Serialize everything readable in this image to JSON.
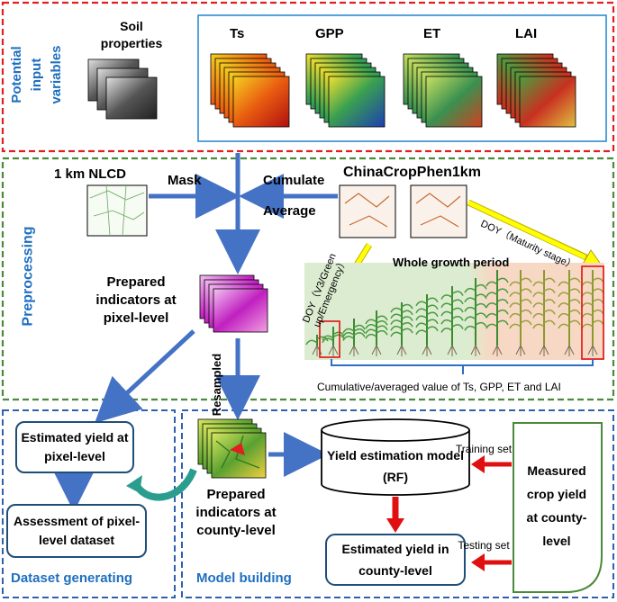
{
  "colors": {
    "red_dashed": "#e02020",
    "green_dashed": "#4a8a3a",
    "blue_dashed": "#2f5fb0",
    "section_label": "#1f6fc0",
    "arrow_blue": "#4472c4",
    "arrow_red": "#e01010",
    "arrow_yellow": "#ffff00",
    "bracket_blue": "#2e6ec4"
  },
  "input_section": {
    "label": "Potential input variables",
    "soil_label": "Soil properties",
    "variables": [
      "Ts",
      "GPP",
      "ET",
      "LAI"
    ]
  },
  "preprocessing": {
    "label": "Preprocessing",
    "nlcd": "1 km NLCD",
    "mask": "Mask",
    "cumulate": "Cumulate",
    "average": "Average",
    "phen": "ChinaCropPhen1km",
    "doy_maturity": "DOY（Maturity stage）",
    "doy_v3": "DOY（V3/Green up/Emergency）",
    "whole_period": "Whole growth period",
    "prepared_pixel": "Prepared indicators at pixel-level",
    "cumulative_note": "Cumulative/averaged value of Ts, GPP, ET and LAI"
  },
  "dataset_section": {
    "label": "Dataset generating",
    "estimated_pixel": "Estimated yield at pixel-level",
    "assessment": "Assessment of pixel-level dataset"
  },
  "model_section": {
    "label": "Model building",
    "resampled": "Resampled",
    "prepared_county": "Prepared indicators at county-level",
    "model": "Yield estimation model (RF)",
    "training_set": "Training set",
    "testing_set": "Testing set",
    "measured": "Measured crop yield at county-level",
    "estimated_county": "Estimated yield in county-level"
  }
}
